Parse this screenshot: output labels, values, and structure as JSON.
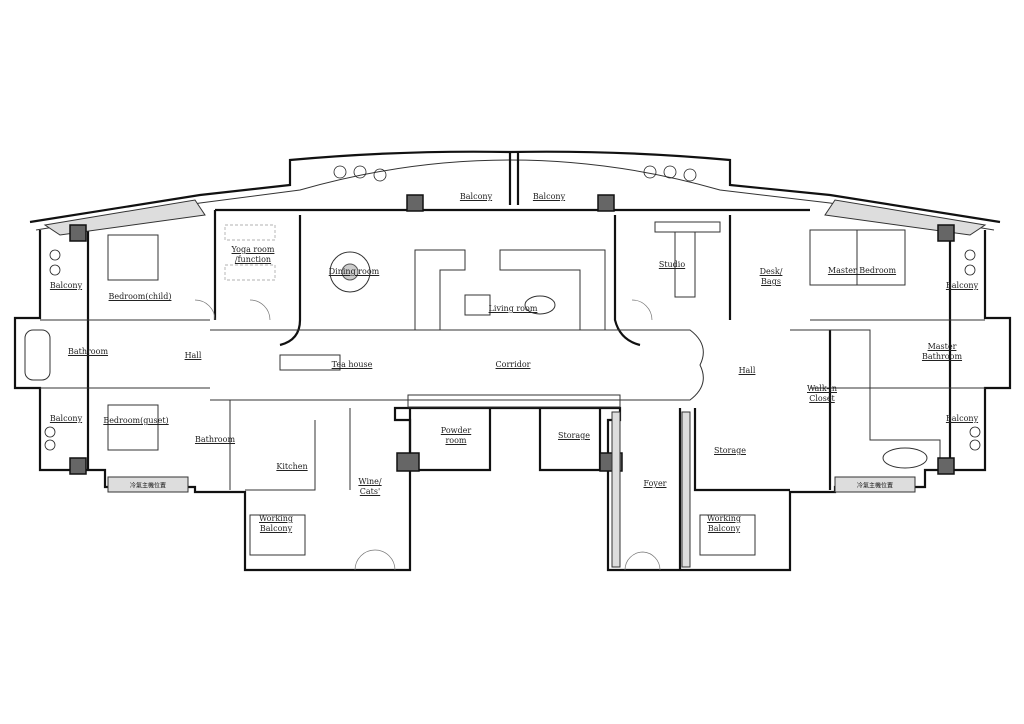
{
  "rooms": {
    "balcony_top_left": "Balcony",
    "balcony_top_right": "Balcony",
    "yoga_room": "Yoga room\n/function",
    "dining_room": "Dining room",
    "living_room": "Living room",
    "studio": "Studio",
    "desk_bags": "Desk/\nBags",
    "master_bedroom": "Master Bedroom",
    "balcony_left_upper": "Balcony",
    "balcony_right_upper": "Balcony",
    "bedroom_child": "Bedroom(child)",
    "bathroom_left": "Bathroom",
    "hall_left": "Hall",
    "tea_house": "Tea house",
    "corridor": "Corridor",
    "hall_right": "Hall",
    "master_bathroom": "Master\nBathroom",
    "walk_in_closet": "Walk-in\nCloset",
    "balcony_left_lower": "Balcony",
    "balcony_right_lower": "Balcony",
    "bedroom_guest": "Bedroom(guset)",
    "bathroom_guest": "Bathroom",
    "powder_room": "Powder\nroom",
    "storage_center": "Storage",
    "storage_right": "Storage",
    "kitchen": "Kitchen",
    "wine_cats": "Wine/\nCats'",
    "foyer": "Foyer",
    "working_balcony_left": "Working\nBalcony",
    "working_balcony_right": "Working\nBalcony"
  },
  "annotations": {
    "ac_unit_left": "冷氣主機位置",
    "ac_unit_right": "冷氣主機位置"
  }
}
